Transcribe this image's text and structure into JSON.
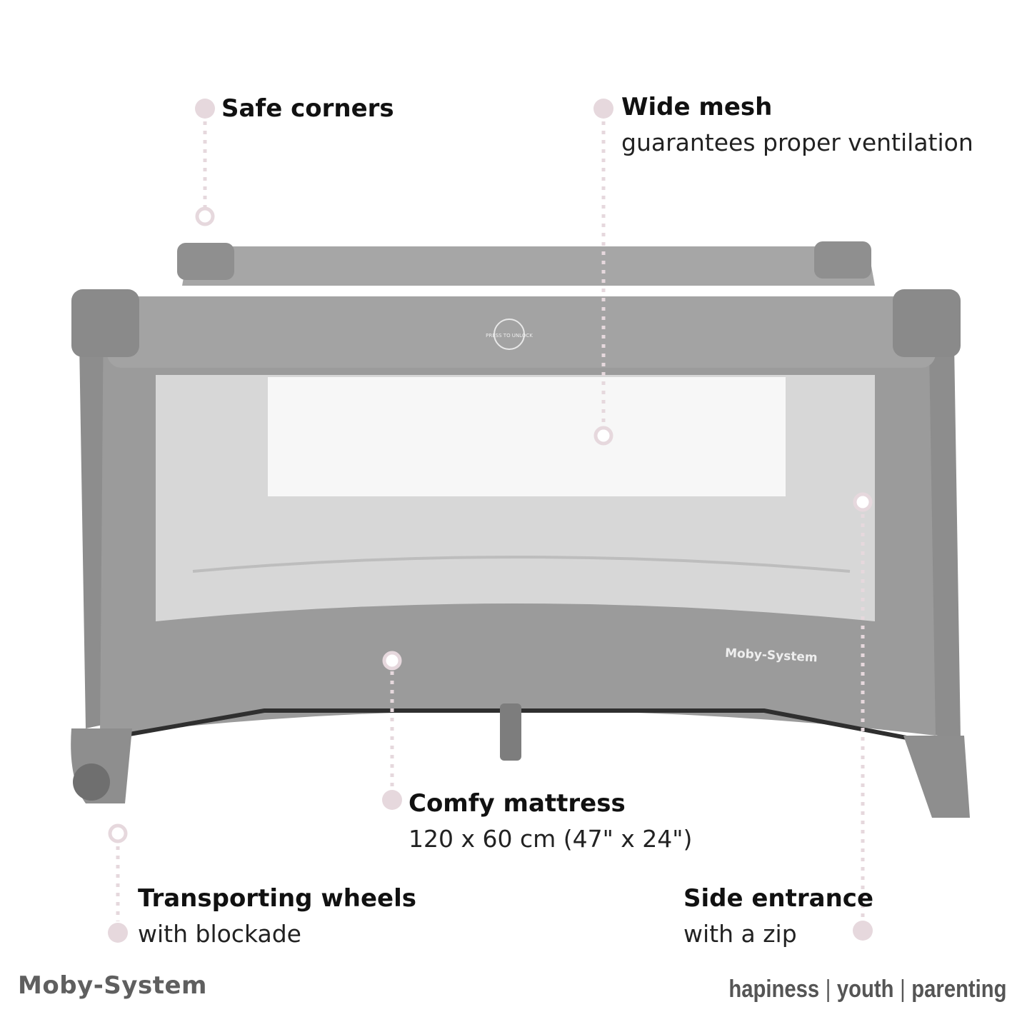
{
  "colors": {
    "callout_accent": "#e6d8dd",
    "crib_fabric": "#9a9a9a",
    "crib_fabric_dark": "#7f7f7f",
    "mesh": "#d9d9d9",
    "footer_text": "#5f5f5f"
  },
  "callouts": {
    "safe_corners": {
      "title": "Safe corners"
    },
    "wide_mesh": {
      "title": "Wide mesh",
      "subtitle": "guarantees proper ventilation"
    },
    "comfy_mattress": {
      "title": "Comfy mattress",
      "subtitle": "120 x 60 cm (47\" x 24\")"
    },
    "wheels": {
      "title": "Transporting wheels",
      "subtitle": "with blockade"
    },
    "side_entrance": {
      "title": "Side entrance",
      "subtitle": "with a zip"
    }
  },
  "product": {
    "side_logo": "Moby-System",
    "badge_icon": "press-to-unlock-icon"
  },
  "footer": {
    "brand": "Moby-System",
    "tagline": [
      "hapiness",
      "youth",
      "parenting"
    ],
    "separator": "|"
  }
}
